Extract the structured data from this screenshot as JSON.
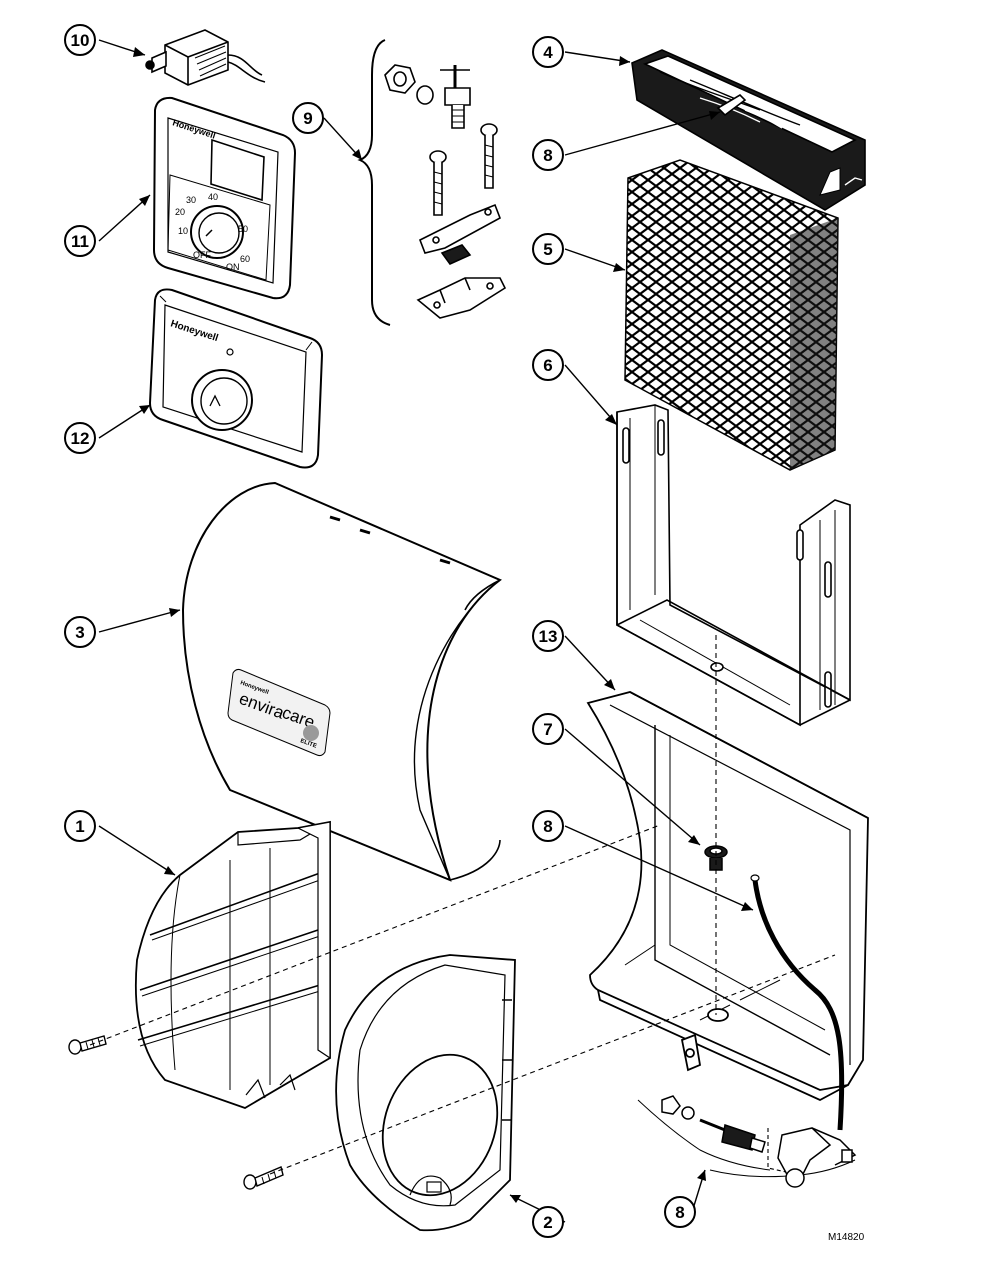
{
  "callouts": {
    "c1": "1",
    "c2": "2",
    "c3": "3",
    "c4": "4",
    "c5": "5",
    "c6": "6",
    "c7": "7",
    "c8a": "8",
    "c8b": "8",
    "c8c": "8",
    "c9": "9",
    "c10": "10",
    "c11": "11",
    "c12": "12",
    "c13": "13"
  },
  "dial": {
    "t10": "10",
    "t20": "20",
    "t30": "30",
    "t40": "40",
    "t50": "50",
    "t60": "60",
    "off": "OFF",
    "on": "ON"
  },
  "brand": {
    "h11": "Honeywell",
    "h12": "Honeywell",
    "cover_small": "Honeywell",
    "cover_enviro": "envira",
    "cover_care": "care",
    "cover_elite": "ELITE"
  },
  "figure_code": "M14820",
  "colors": {
    "line": "#000000",
    "panel_fill": "#f2f2f2",
    "dark_fill": "#1a1a1a"
  }
}
